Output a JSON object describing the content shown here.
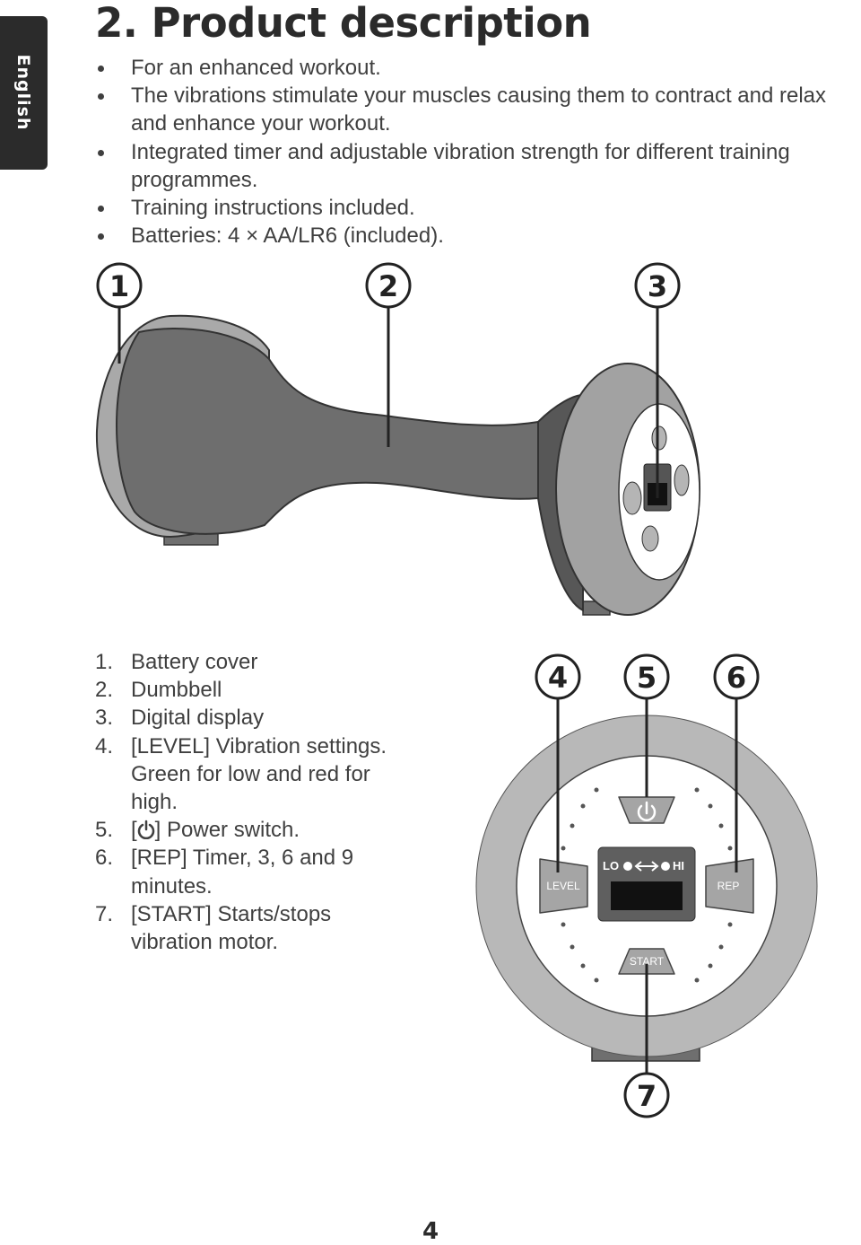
{
  "language_tab": "English",
  "title": "2. Product description",
  "features": [
    "For an enhanced workout.",
    "The vibrations stimulate your muscles causing them to contract and relax and enhance your workout.",
    "Integrated timer and adjustable vibration strength for different training programmes.",
    "Training instructions included.",
    "Batteries: 4 × AA/LR6 (included)."
  ],
  "callouts_top": [
    "1",
    "2",
    "3"
  ],
  "callouts_detail": [
    "4",
    "5",
    "6",
    "7"
  ],
  "parts": [
    {
      "num": "1.",
      "text": "Battery cover"
    },
    {
      "num": "2.",
      "text": "Dumbbell"
    },
    {
      "num": "3.",
      "text": "Digital display"
    },
    {
      "num": "4.",
      "text": "[LEVEL] Vibration settings. Green for low and red for high."
    },
    {
      "num": "5.",
      "text_before": "[",
      "text_after": "] Power switch."
    },
    {
      "num": "6.",
      "text": "[REP] Timer, 3, 6 and 9 minutes."
    },
    {
      "num": "7.",
      "text": "[START] Starts/stops vibration motor."
    }
  ],
  "device_labels": {
    "level": "LEVEL",
    "rep": "REP",
    "start": "START",
    "lo": "LO",
    "hi": "HI"
  },
  "icons": [
    "power-icon",
    "arrow-lr-icon"
  ],
  "page_number": "4"
}
